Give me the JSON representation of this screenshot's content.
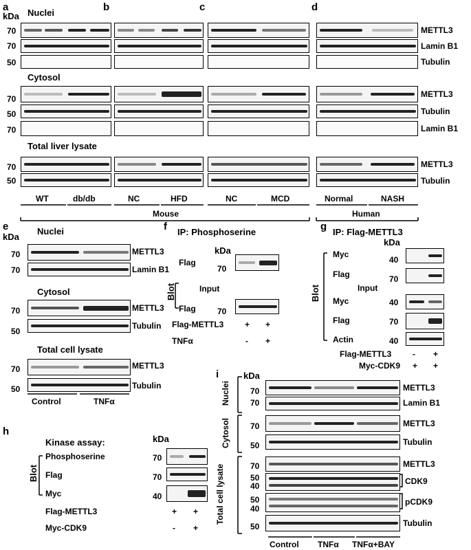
{
  "labels": {
    "a": "a",
    "b": "b",
    "c": "c",
    "d": "d",
    "e": "e",
    "f": "f",
    "g": "g",
    "h": "h",
    "i": "i"
  },
  "kda": "kDa",
  "markers": {
    "m70": "70",
    "m50": "50",
    "m40": "40"
  },
  "proteins": {
    "mettl3": "METTL3",
    "laminb1": "Lamin B1",
    "tubulin": "Tubulin",
    "cdk9": "CDK9",
    "pcdk9": "pCDK9",
    "flag": "Flag",
    "myc": "Myc",
    "actin": "Actin",
    "phosphoserine": "Phosphoserine"
  },
  "fractions": {
    "nuclei": "Nuclei",
    "cytosol": "Cytosol",
    "total_liver": "Total liver lysate",
    "total_cell": "Total cell lysate"
  },
  "groups_a": {
    "wt": "WT",
    "dbdb": "db/db",
    "nc": "NC",
    "hfd": "HFD",
    "mcd": "MCD",
    "normal": "Normal",
    "nash": "NASH",
    "mouse": "Mouse",
    "human": "Human"
  },
  "groups_e": {
    "control": "Control",
    "tnfa": "TNFα",
    "tnfa_bay": "TNFα+BAY"
  },
  "ip": {
    "phosphoserine": "IP: Phosphoserine",
    "flag_mettl3": "IP: Flag-METTL3"
  },
  "blot": "Blot",
  "input": "Input",
  "kinase_assay": "Kinase assay:",
  "conditions": {
    "flag_mettl3": "Flag-METTL3",
    "tnfa": "TNFα",
    "myc_cdk9": "Myc-CDK9"
  },
  "signs": {
    "plus": "+",
    "minus": "-"
  }
}
